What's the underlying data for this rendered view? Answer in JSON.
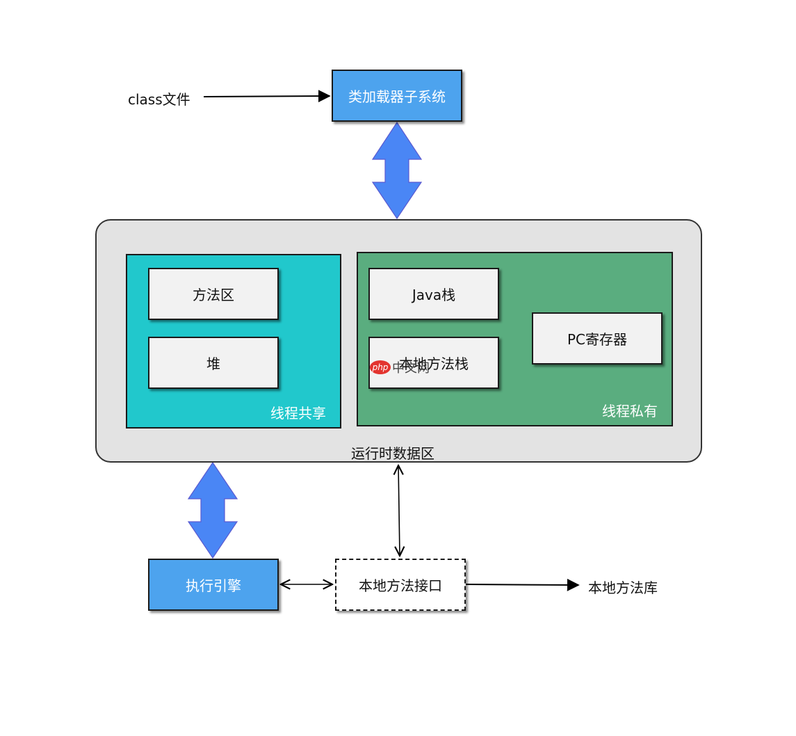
{
  "diagram": {
    "class_file_label": "class文件",
    "class_loader": "类加载器子系统",
    "runtime_area": {
      "title": "运行时数据区",
      "shared": {
        "caption": "线程共享",
        "method_area": "方法区",
        "heap": "堆"
      },
      "private": {
        "caption": "线程私有",
        "java_stack": "Java栈",
        "native_method_stack": "本地方法栈",
        "pc_register": "PC寄存器"
      }
    },
    "execution_engine": "执行引擎",
    "native_interface": "本地方法接口",
    "native_library": "本地方法库"
  },
  "watermark": {
    "badge": "php",
    "text": "中文网"
  },
  "colors": {
    "blue_box": "#4da3ee",
    "shared_panel": "#21c8cc",
    "private_panel": "#5aad7f",
    "runtime_bg": "#e3e3e3",
    "arrow_blue": "#4a86f5"
  }
}
